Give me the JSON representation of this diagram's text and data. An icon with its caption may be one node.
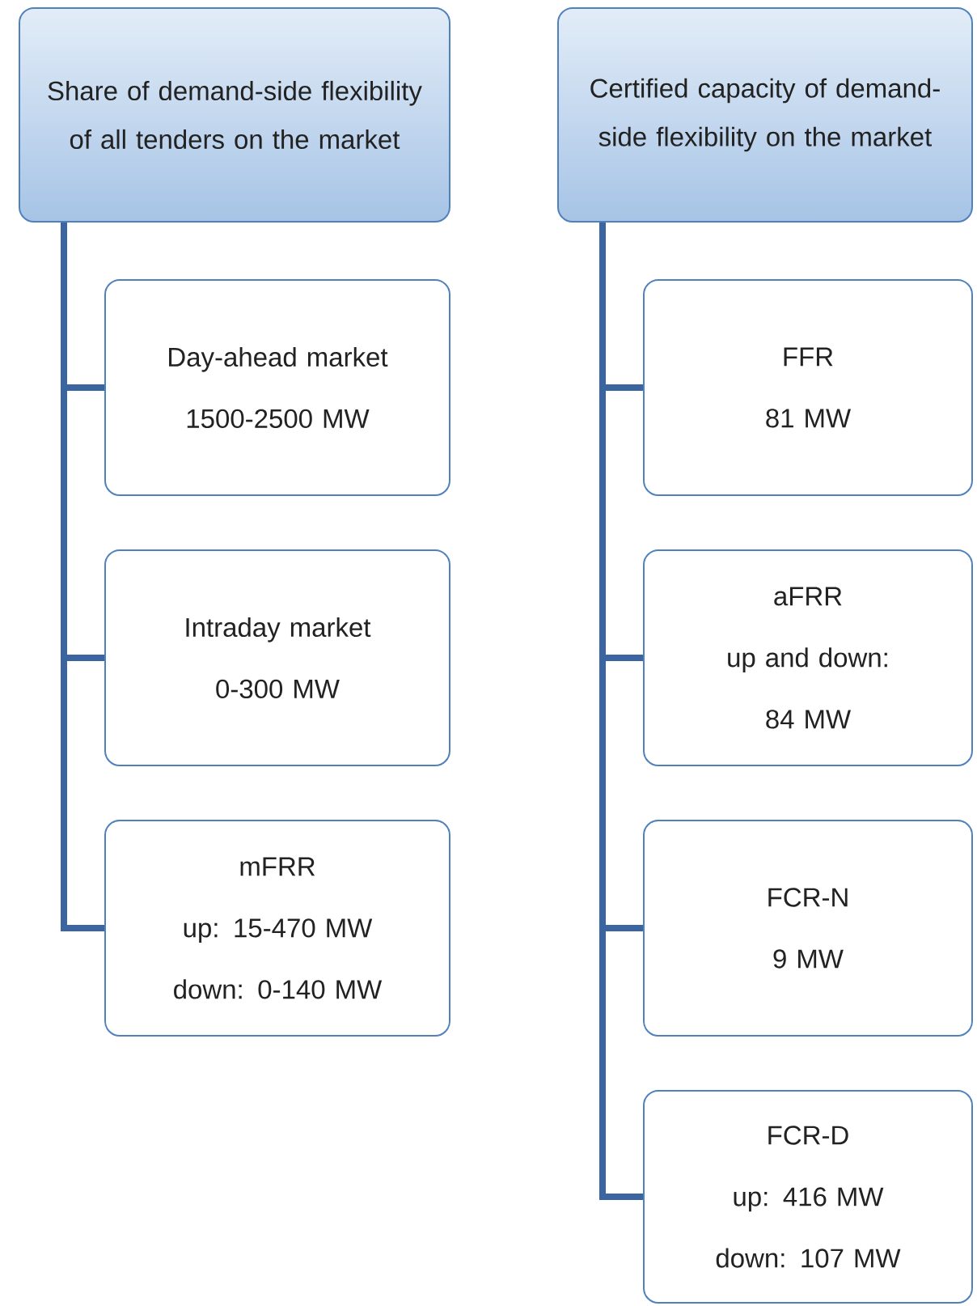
{
  "diagram": {
    "nodes": [
      {
        "text": [
          "Share of demand-side flexibility of all tenders on the market"
        ]
      },
      {
        "text": [
          "Day-ahead market",
          "1500-2500 MW"
        ]
      },
      {
        "text": [
          "Intraday market",
          "0-300 MW"
        ]
      },
      {
        "text": [
          "mFRR",
          "up: 15-470 MW",
          "down: 0-140 MW"
        ]
      },
      {
        "text": [
          "Certified capacity of demand-side flexibility on the market"
        ]
      },
      {
        "text": [
          "FFR",
          "81 MW"
        ]
      },
      {
        "text": [
          "aFRR",
          "up and down:",
          "84 MW"
        ]
      },
      {
        "text": [
          "FCR-N",
          "9 MW"
        ]
      },
      {
        "text": [
          "FCR-D",
          "up: 416 MW",
          "down: 107 MW"
        ]
      }
    ],
    "edges": [
      {
        "from": 0,
        "to": 1,
        "arrow": "none"
      },
      {
        "from": 0,
        "to": 2,
        "arrow": "none"
      },
      {
        "from": 0,
        "to": 3,
        "arrow": "none"
      },
      {
        "from": 4,
        "to": 5,
        "arrow": "none"
      },
      {
        "from": 4,
        "to": 6,
        "arrow": "none"
      },
      {
        "from": 4,
        "to": 7,
        "arrow": "none"
      },
      {
        "from": 4,
        "to": 8,
        "arrow": "none"
      }
    ]
  }
}
